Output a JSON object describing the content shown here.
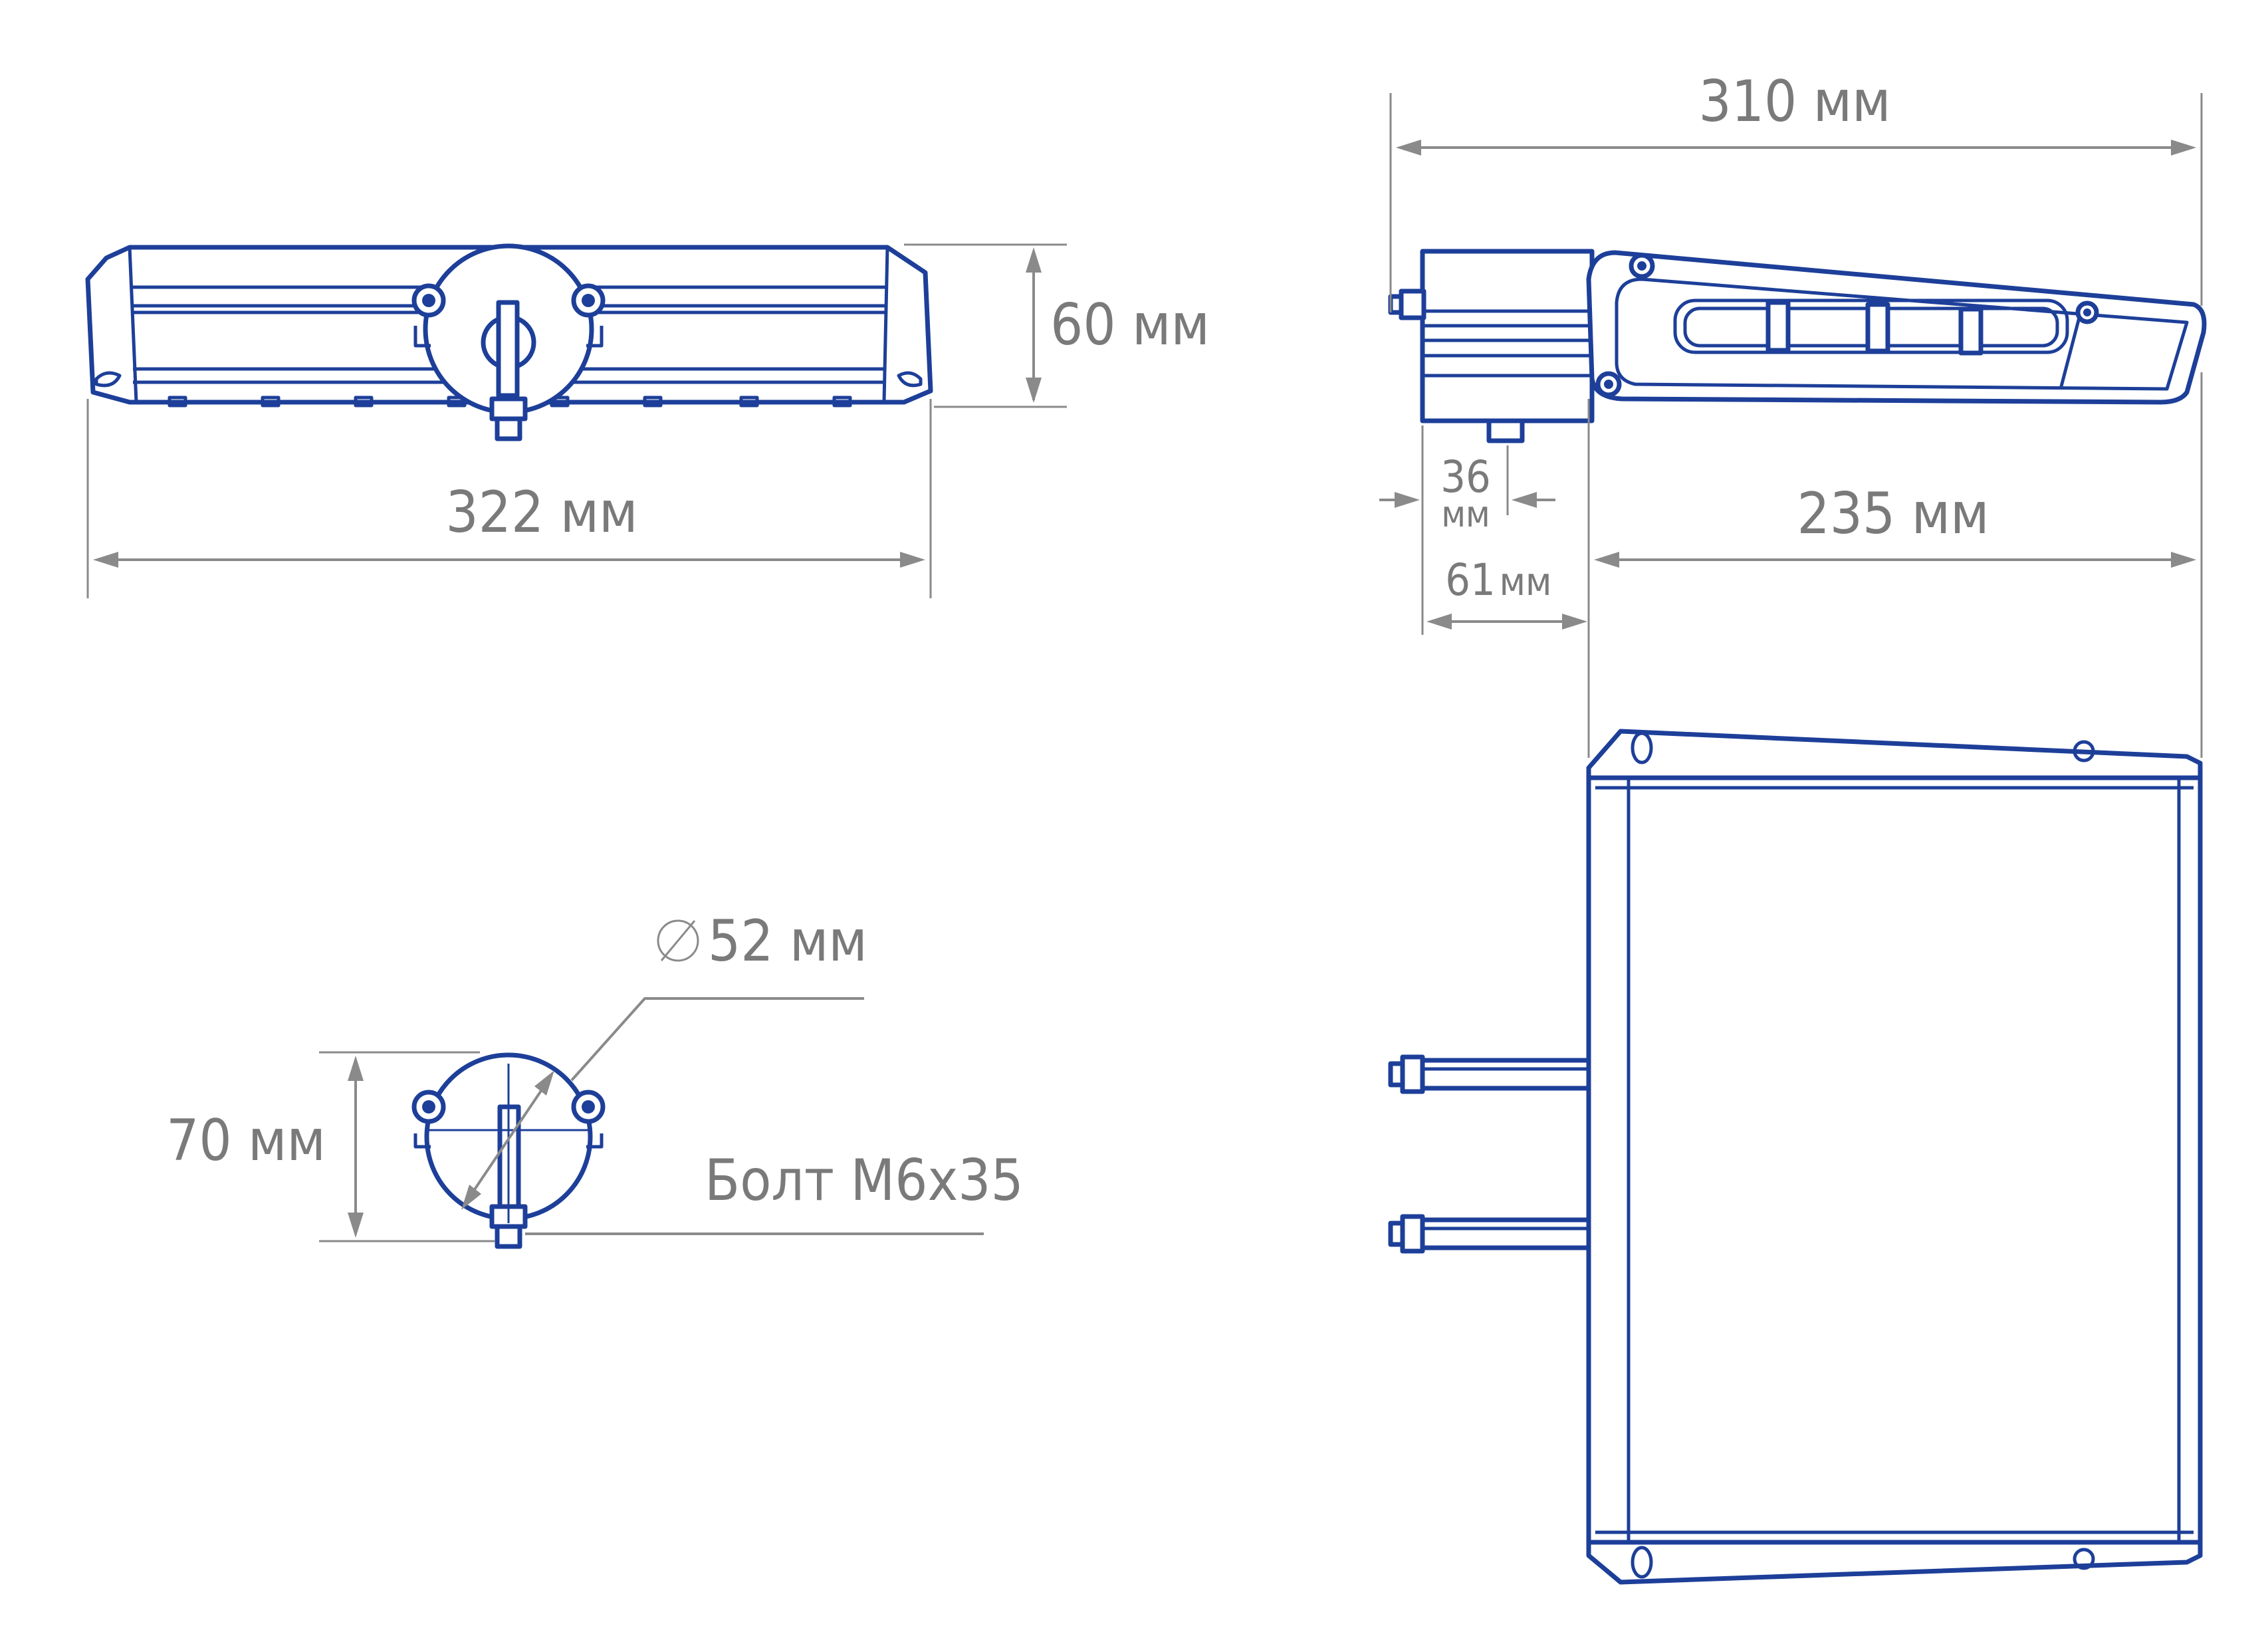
{
  "labels": {
    "front_length": "322 мм",
    "front_height": "60 мм",
    "side_total": "310 мм",
    "side_body": "235 мм",
    "side_bracket_a": "36",
    "side_bracket_a_unit": "мм",
    "side_bracket_b": "61",
    "side_bracket_b_unit": "мм",
    "clamp_height": "70 мм",
    "clamp_diameter": "52 мм",
    "clamp_bolt": "Болт М6х35"
  },
  "colors": {
    "part_stroke": "#1d3f99",
    "dimension": "#8a8a8a",
    "text": "#7a7a7a"
  }
}
